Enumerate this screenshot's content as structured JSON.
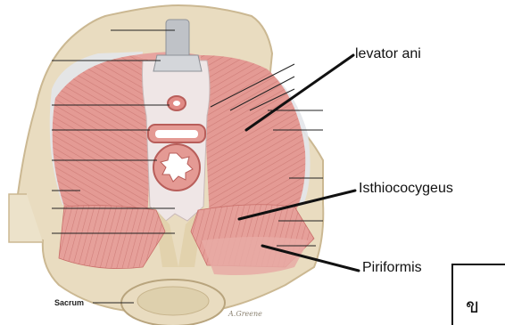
{
  "labels": {
    "levator_ani": "levator ani",
    "isthiococygeus": "Isthiococygeus",
    "piriformis": "Piriformis",
    "sacrum": "Sacrum"
  },
  "answer_box": {
    "letter": "ข"
  },
  "signature": "A.Greene",
  "colors": {
    "bone": "#e9dcc0",
    "bone_shadow": "#cbb892",
    "muscle": "#e49a94",
    "muscle_dark": "#c96f6a",
    "membrane": "#e3e6ea",
    "leader_line": "#111111"
  }
}
